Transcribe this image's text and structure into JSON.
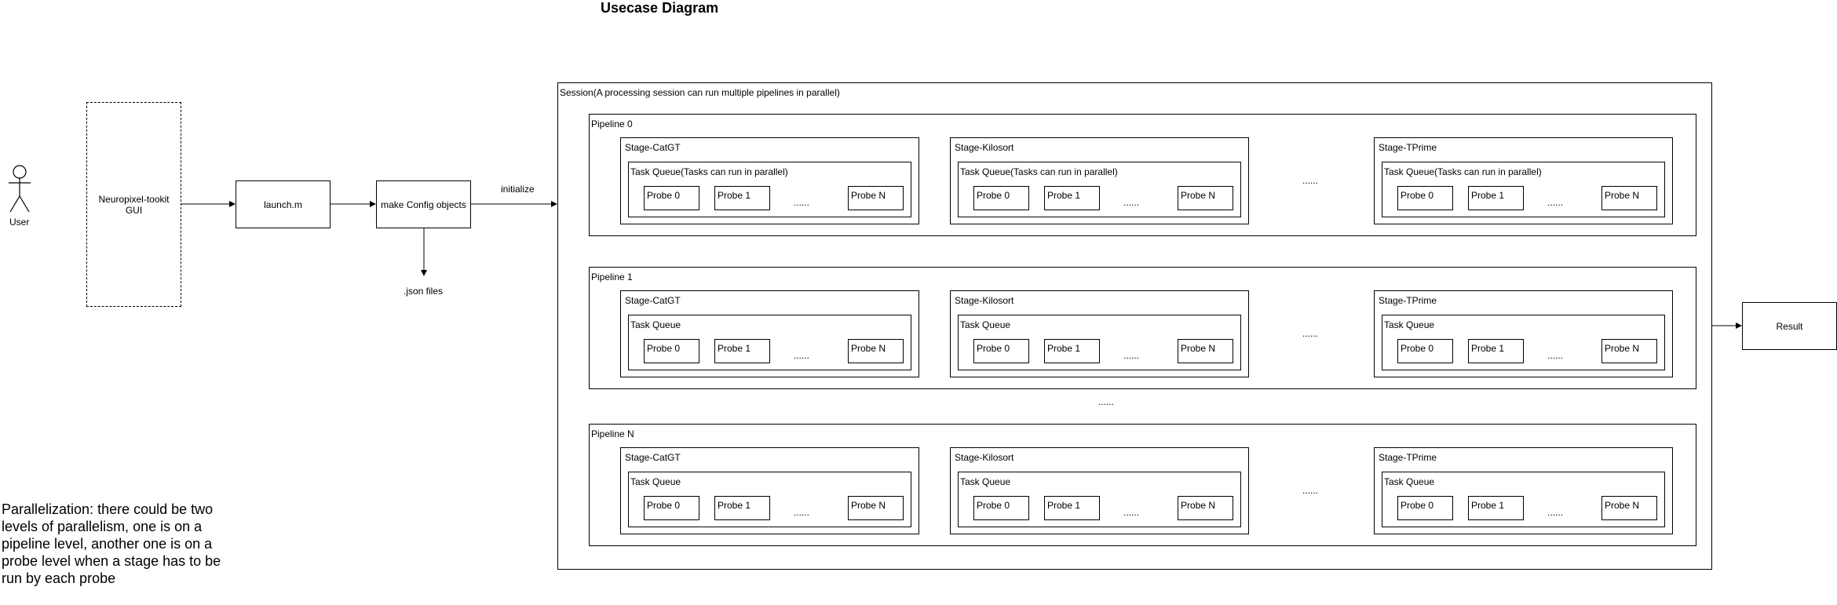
{
  "title": "Usecase Diagram",
  "actor": "User",
  "gui": "Neuropixel-tookit\nGUI",
  "launch": "launch.m",
  "config": "make Config objects",
  "initialize": "initialize",
  "json": ".json files",
  "session": "Session(A processing session can run multiple pipelines in parallel)",
  "result": "Result",
  "pipelines_gap": "......",
  "stage_gap": "......",
  "probe_gap": "......",
  "pipelines": [
    {
      "name": "Pipeline 0",
      "stages": [
        {
          "name": "Stage-CatGT",
          "queue": "Task Queue(Tasks can run in parallel)",
          "probes": [
            "Probe 0",
            "Probe 1",
            "Probe N"
          ]
        },
        {
          "name": "Stage-Kilosort",
          "queue": "Task Queue(Tasks can run in parallel)",
          "probes": [
            "Probe 0",
            "Probe 1",
            "Probe N"
          ]
        },
        {
          "name": "Stage-TPrime",
          "queue": "Task Queue(Tasks can run in parallel)",
          "probes": [
            "Probe 0",
            "Probe 1",
            "Probe N"
          ]
        }
      ]
    },
    {
      "name": "Pipeline 1",
      "stages": [
        {
          "name": "Stage-CatGT",
          "queue": "Task Queue",
          "probes": [
            "Probe 0",
            "Probe 1",
            "Probe N"
          ]
        },
        {
          "name": "Stage-Kilosort",
          "queue": "Task Queue",
          "probes": [
            "Probe 0",
            "Probe 1",
            "Probe N"
          ]
        },
        {
          "name": "Stage-TPrime",
          "queue": "Task Queue",
          "probes": [
            "Probe 0",
            "Probe 1",
            "Probe N"
          ]
        }
      ]
    },
    {
      "name": "Pipeline N",
      "stages": [
        {
          "name": "Stage-CatGT",
          "queue": "Task Queue",
          "probes": [
            "Probe 0",
            "Probe 1",
            "Probe N"
          ]
        },
        {
          "name": "Stage-Kilosort",
          "queue": "Task Queue",
          "probes": [
            "Probe 0",
            "Probe 1",
            "Probe N"
          ]
        },
        {
          "name": "Stage-TPrime",
          "queue": "Task Queue",
          "probes": [
            "Probe 0",
            "Probe 1",
            "Probe N"
          ]
        }
      ]
    }
  ],
  "note": "Parallelization: there could be two levels of parallelism, one is on a pipeline level, another one is on a probe level when a stage has to be run by each probe"
}
